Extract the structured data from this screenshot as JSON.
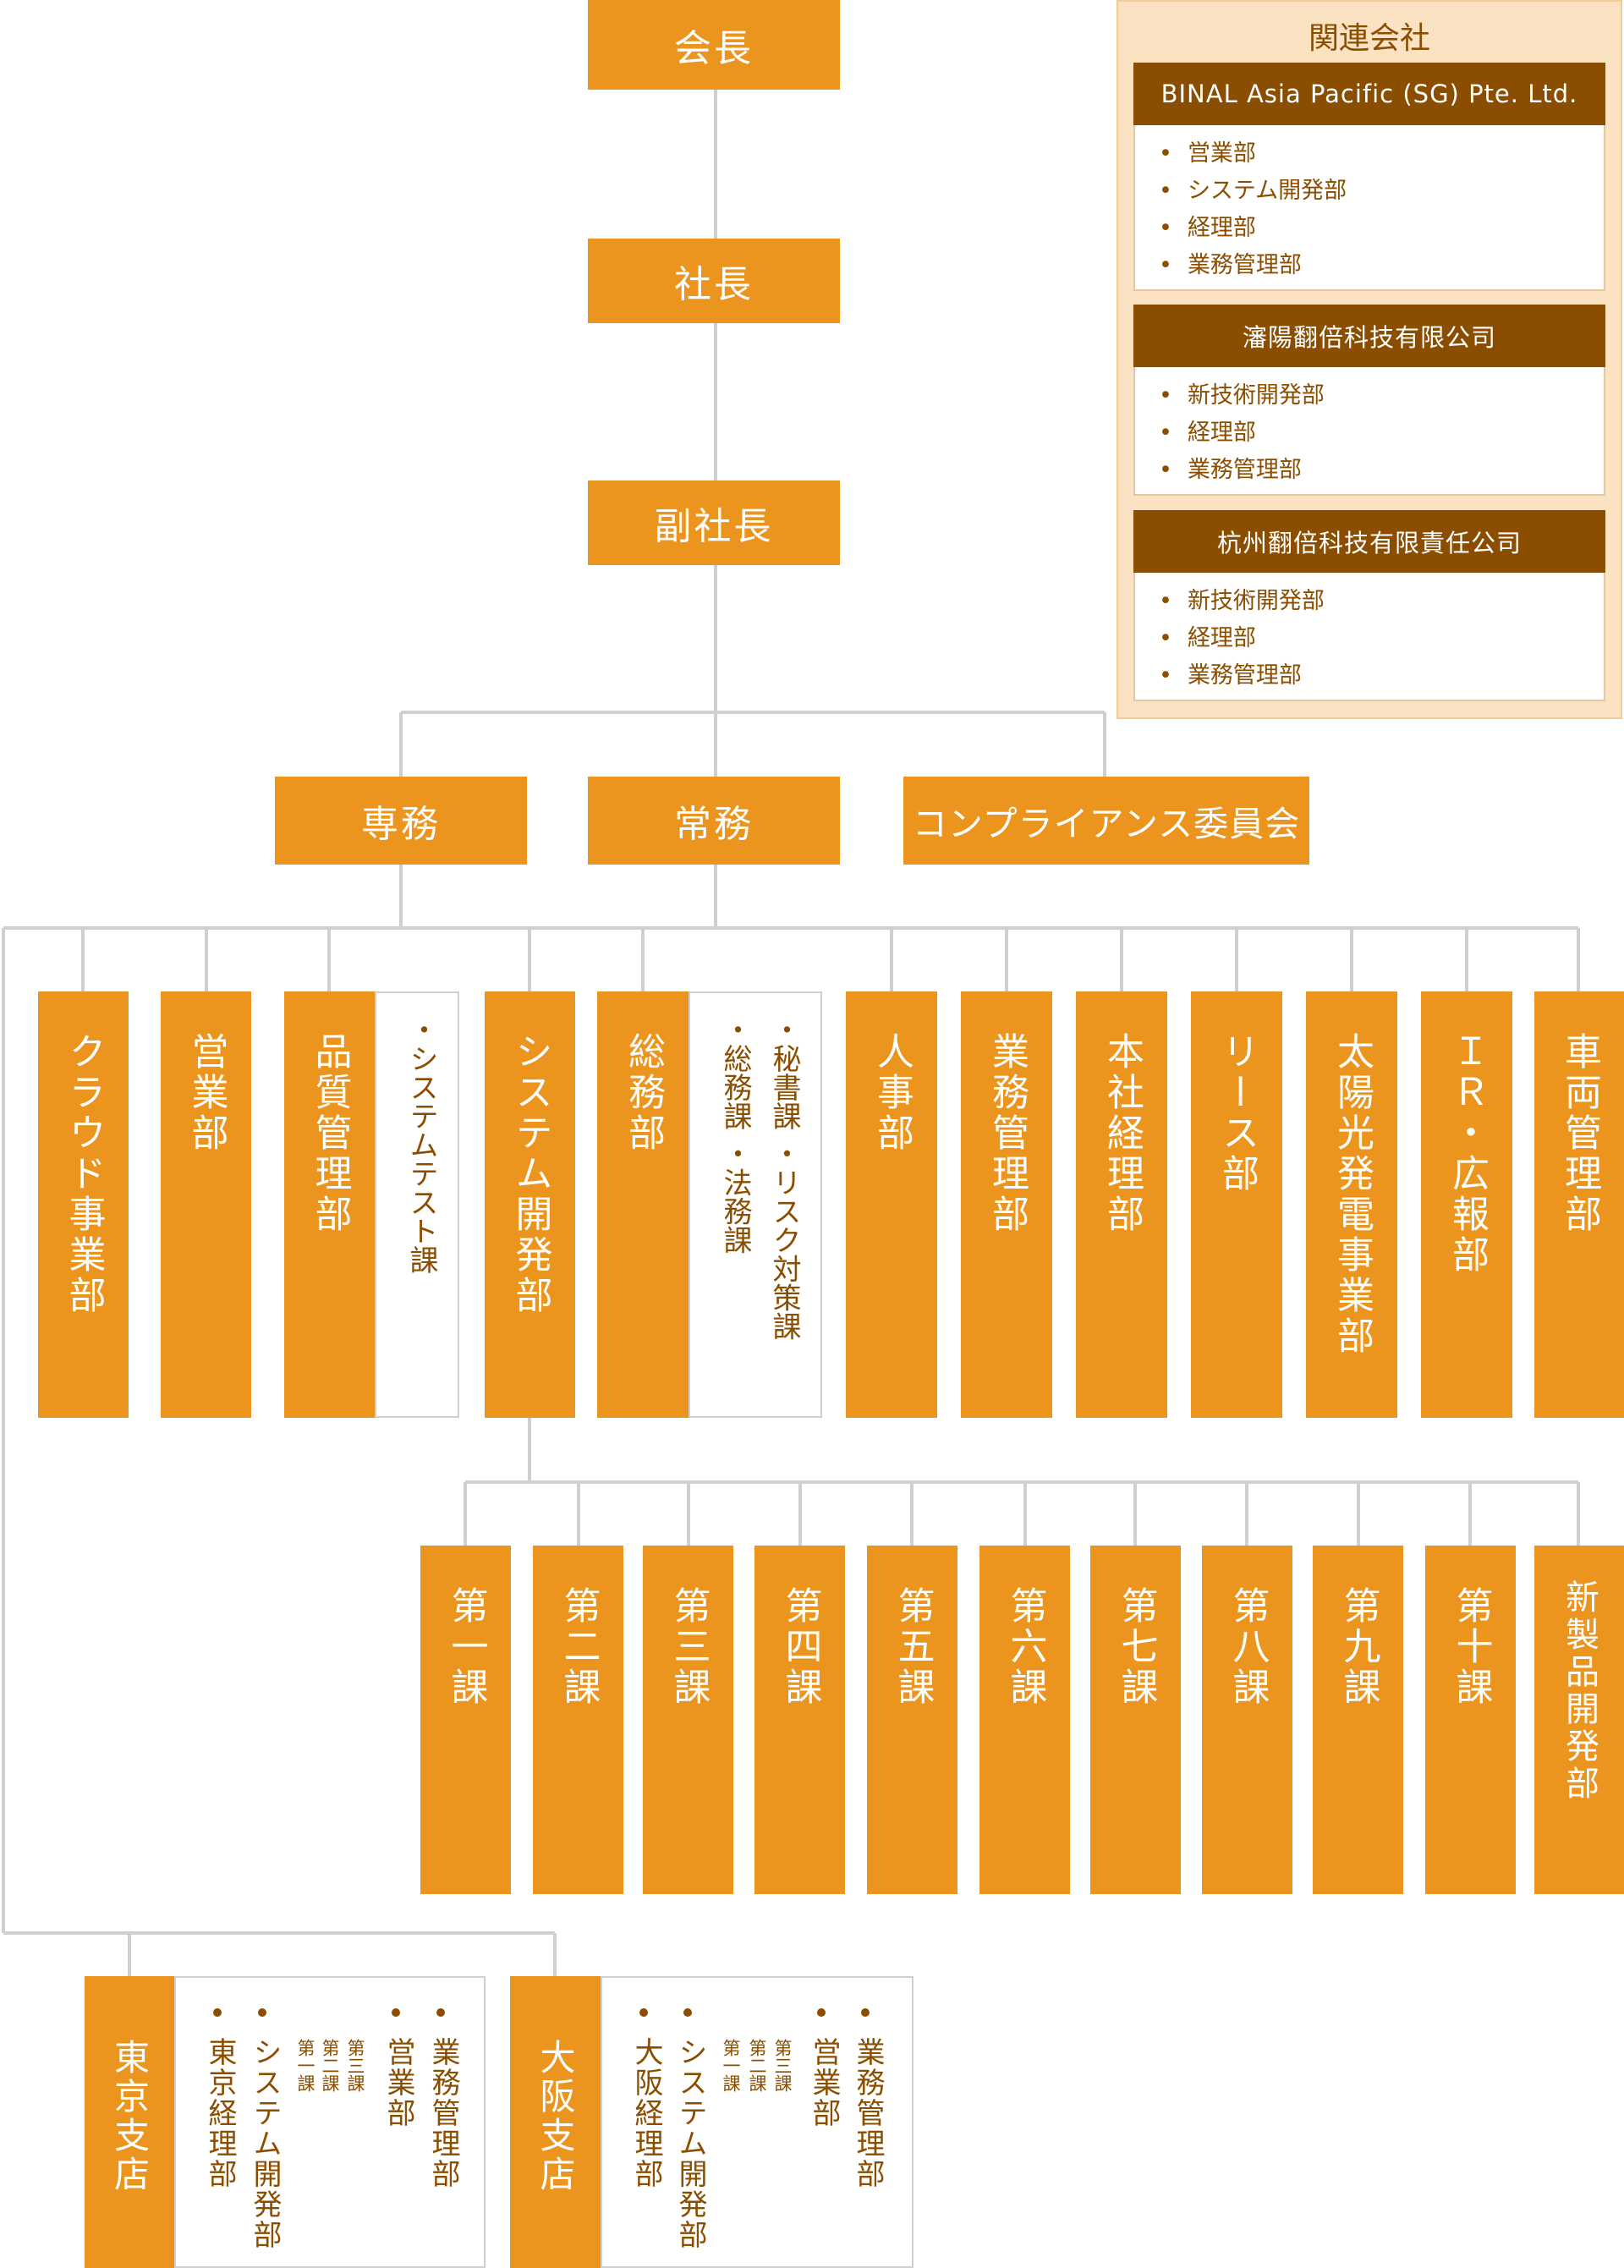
{
  "colors": {
    "accent": "#eb951e",
    "line": "#cfcfcf",
    "brown": "#8b4e00",
    "related_bg": "#fbe2c2"
  },
  "top": {
    "chairman": "会長",
    "president": "社長",
    "vice_president": "副社長"
  },
  "middle": {
    "senmu": "専務",
    "jomu": "常務",
    "compliance": "コンプライアンス委員会"
  },
  "departments": {
    "cloud": "クラウド事業部",
    "sales": "営業部",
    "qa": "品質管理部",
    "qa_sub": "・システムテスト課",
    "system": "システム開発部",
    "general": "総務部",
    "general_sub1": "・秘書課 ・リスク対策課",
    "general_sub2": "・総務課 ・法務課",
    "hr": "人事部",
    "ops": "業務管理部",
    "hq_accounting": "本社経理部",
    "lease": "リース部",
    "solar": "太陽光発電事業部",
    "ir": "ＩＲ・広報部",
    "vehicle": "車両管理部"
  },
  "sections": [
    "第一課",
    "第二課",
    "第三課",
    "第四課",
    "第五課",
    "第六課",
    "第七課",
    "第八課",
    "第九課",
    "第十課",
    "新製品開発部"
  ],
  "branches": [
    {
      "name": "東京支店",
      "accounting": "東京経理部",
      "system": "システム開発部",
      "s1": "第一課",
      "s2": "第二課",
      "s3": "第三課",
      "sales": "営業部",
      "ops": "業務管理部"
    },
    {
      "name": "大阪支店",
      "accounting": "大阪経理部",
      "system": "システム開発部",
      "s1": "第一課",
      "s2": "第二課",
      "s3": "第三課",
      "sales": "営業部",
      "ops": "業務管理部"
    }
  ],
  "related": {
    "title": "関連会社",
    "companies": [
      {
        "name": "BINAL Asia Pacific (SG) Pte. Ltd.",
        "items": [
          "営業部",
          "システム開発部",
          "経理部",
          "業務管理部"
        ]
      },
      {
        "name": "瀋陽翻倍科技有限公司",
        "items": [
          "新技術開発部",
          "経理部",
          "業務管理部"
        ]
      },
      {
        "name": "杭州翻倍科技有限責任公司",
        "items": [
          "新技術開発部",
          "経理部",
          "業務管理部"
        ]
      }
    ]
  }
}
